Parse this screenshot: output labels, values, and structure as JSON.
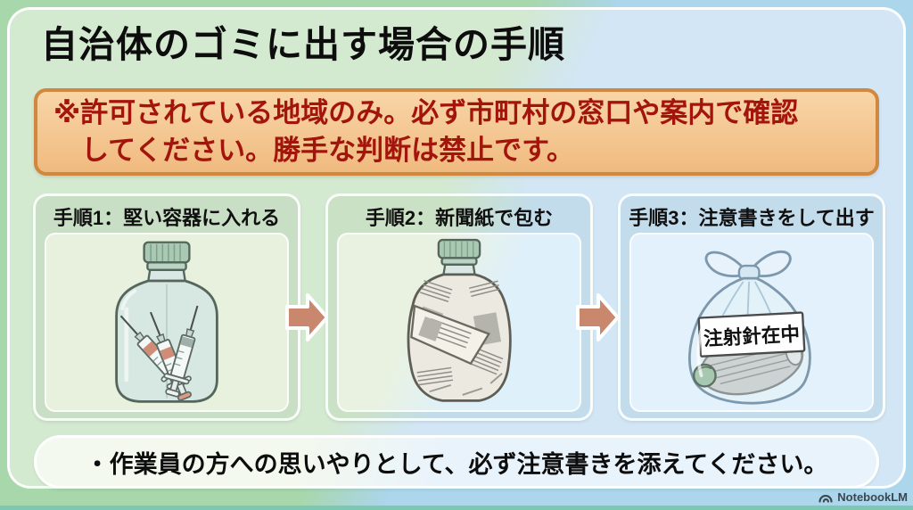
{
  "page": {
    "title": "自治体のゴミに出す場合の手順",
    "watermark": "NotebookLM"
  },
  "warning": {
    "line1": "※許可されている地域のみ。必ず市町村の窓口や案内で確認",
    "line2": "してください。勝手な判断は禁止です。"
  },
  "steps": [
    {
      "label": "手順1：堅い容器に入れる",
      "illustration": "plastic-bottle-with-syringes"
    },
    {
      "label": "手順2：新聞紙で包む",
      "illustration": "bottle-wrapped-in-newspaper"
    },
    {
      "label": "手順3：注意書きをして出す",
      "illustration": "tied-clear-bag-with-warning-label",
      "bag_label": "注射針在中"
    }
  ],
  "note": {
    "text": "・作業員の方への思いやりとして、必ず注意書きを添えてください。"
  },
  "icons": {
    "step_arrow": "arrow-right-icon",
    "logo": "notebooklm-logo-icon"
  },
  "colors": {
    "background_green": "#a7d7aa",
    "background_blue": "#abd6ec",
    "card_green": "#d3e9d0",
    "card_blue": "#d2e6f5",
    "warning_fill": "#f3c48f",
    "warning_border": "#d0873f",
    "warning_text": "#a3150c",
    "arrow": "#c9876e",
    "title_text": "#0d0d0d",
    "watermark_text": "#3b4750",
    "bottom_strip": "#7cc8b2"
  }
}
